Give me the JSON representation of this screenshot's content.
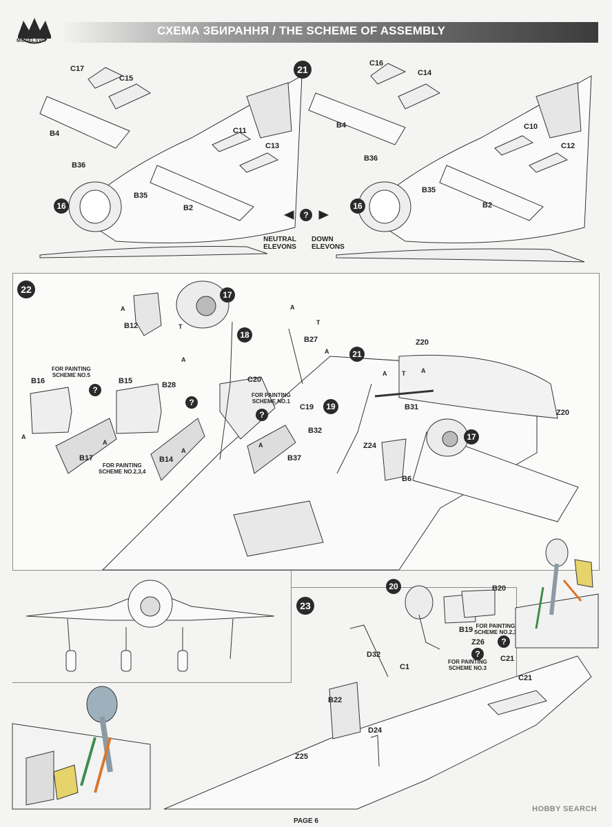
{
  "header": {
    "title": "СХЕМА ЗБИРАННЯ / THE SCHEME OF ASSEMBLY",
    "logo_text": "MODELSVIT"
  },
  "step21": {
    "number": "21",
    "left_parts": [
      "C17",
      "C15",
      "B4",
      "C11",
      "C13",
      "B36",
      "B35",
      "B2"
    ],
    "right_parts": [
      "C16",
      "C14",
      "B4",
      "C10",
      "C12",
      "B36",
      "B35",
      "B2"
    ],
    "ref_badge": "16",
    "question": "?",
    "neutral_label": "NEUTRAL\nELEVONS",
    "down_label": "DOWN\nELEVONS"
  },
  "step22": {
    "number": "22",
    "parts": {
      "b12": "B12",
      "b16": "B16",
      "b15": "B15",
      "b17": "B17",
      "b14": "B14",
      "b28": "B28",
      "c20": "C20",
      "c19": "C19",
      "b27": "B27",
      "z20a": "Z20",
      "z20b": "Z20",
      "b31": "B31",
      "b32": "B32",
      "b37": "B37",
      "z24": "Z24",
      "b6": "B6"
    },
    "refs": {
      "r17a": "17",
      "r18": "18",
      "r21": "21",
      "r19": "19",
      "r17b": "17"
    },
    "paint_scheme_5": "FOR PAINTING\nSCHEME NO.5",
    "paint_scheme_1": "FOR PAINTING\nSCHEME NO.1",
    "paint_scheme_234": "FOR PAINTING\nSCHEME NO.2,3,4",
    "question": "?",
    "paint_codes": {
      "a": "A",
      "t": "T"
    }
  },
  "step23": {
    "number": "23",
    "parts": {
      "b20": "B20",
      "b19": "B19",
      "d32": "D32",
      "c1": "C1",
      "z26": "Z26",
      "c21a": "C21",
      "c21b": "C21",
      "b22": "B22",
      "d24": "D24",
      "z25": "Z25"
    },
    "ref": "20",
    "paint_scheme_23": "FOR PAINTING\nSCHEME NO.2,3",
    "paint_scheme_3": "FOR PAINTING\nSCHEME NO.3",
    "question": "?"
  },
  "footer": {
    "page": "PAGE 6"
  },
  "watermark": {
    "text": "HOBBY SEARCH"
  },
  "colors": {
    "ink": "#222222",
    "badge": "#2a2a2a",
    "panel_border": "#888888",
    "green_strut": "#3c8c4a",
    "orange_strut": "#d9772b",
    "yellow_door": "#e6d36a"
  }
}
